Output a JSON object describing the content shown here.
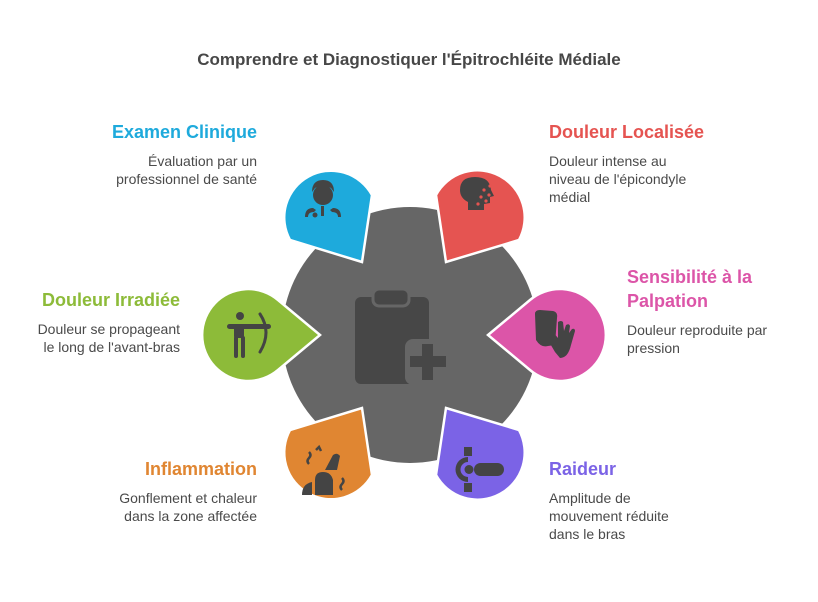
{
  "title": "Comprendre et Diagnostiquer l'Épitrochléite Médiale",
  "center": {
    "icon": "clipboard-plus-icon",
    "color": "#666666"
  },
  "items": [
    {
      "label": "Examen Clinique",
      "description_lines": [
        "Évaluation par un",
        "professionnel de santé"
      ],
      "color": "#1EAADC",
      "icon": "doctor-icon"
    },
    {
      "label": "Douleur Localisée",
      "description_lines": [
        "Douleur intense au",
        "niveau de l'épicondyle",
        "médial"
      ],
      "color": "#E55451",
      "icon": "head-spots-icon"
    },
    {
      "label": "Douleur Irradiée",
      "description_lines": [
        "Douleur se propageant",
        "le long de l'avant-bras"
      ],
      "color": "#8DBB39",
      "icon": "archer-icon"
    },
    {
      "label_lines": [
        "Sensibilité à la",
        "Palpation"
      ],
      "label": "Sensibilité à la Palpation",
      "description_lines": [
        "Douleur reproduite par",
        "pression"
      ],
      "color": "#DC55A8",
      "icon": "hand-touch-icon"
    },
    {
      "label": "Inflammation",
      "description_lines": [
        "Gonflement et chaleur",
        "dans la zone affectée"
      ],
      "color": "#E08632",
      "icon": "inflamed-joint-icon"
    },
    {
      "label": "Raideur",
      "description_lines": [
        "Amplitude de",
        "mouvement réduite",
        "dans le bras"
      ],
      "color": "#7B63E6",
      "icon": "joint-stiffness-icon"
    }
  ]
}
